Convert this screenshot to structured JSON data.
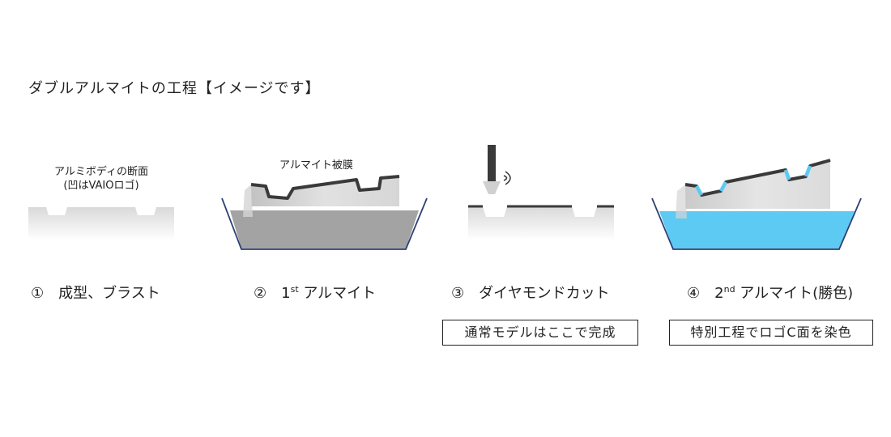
{
  "title": "ダブルアルマイトの工程【イメージです】",
  "labels": {
    "body_section": "アルミボディの断面",
    "body_section_sub": "(凹はVAIOロゴ)",
    "anodize_film": "アルマイト被膜"
  },
  "steps": [
    {
      "num": "①",
      "text": "成型、ブラスト"
    },
    {
      "num": "②",
      "text_main": "1",
      "text_sup": "st",
      "text_rest": " アルマイト"
    },
    {
      "num": "③",
      "text": "ダイヤモンドカット"
    },
    {
      "num": "④",
      "text_main": "2",
      "text_sup": "nd",
      "text_rest": " アルマイト(勝色)"
    }
  ],
  "notes": {
    "standard": "通常モデルはここで完成",
    "special": "特別工程でロゴC面を染色"
  },
  "colors": {
    "dye": "#5ccaf2",
    "tank_outline": "#2d3f73",
    "film": "#3a3a3a"
  }
}
